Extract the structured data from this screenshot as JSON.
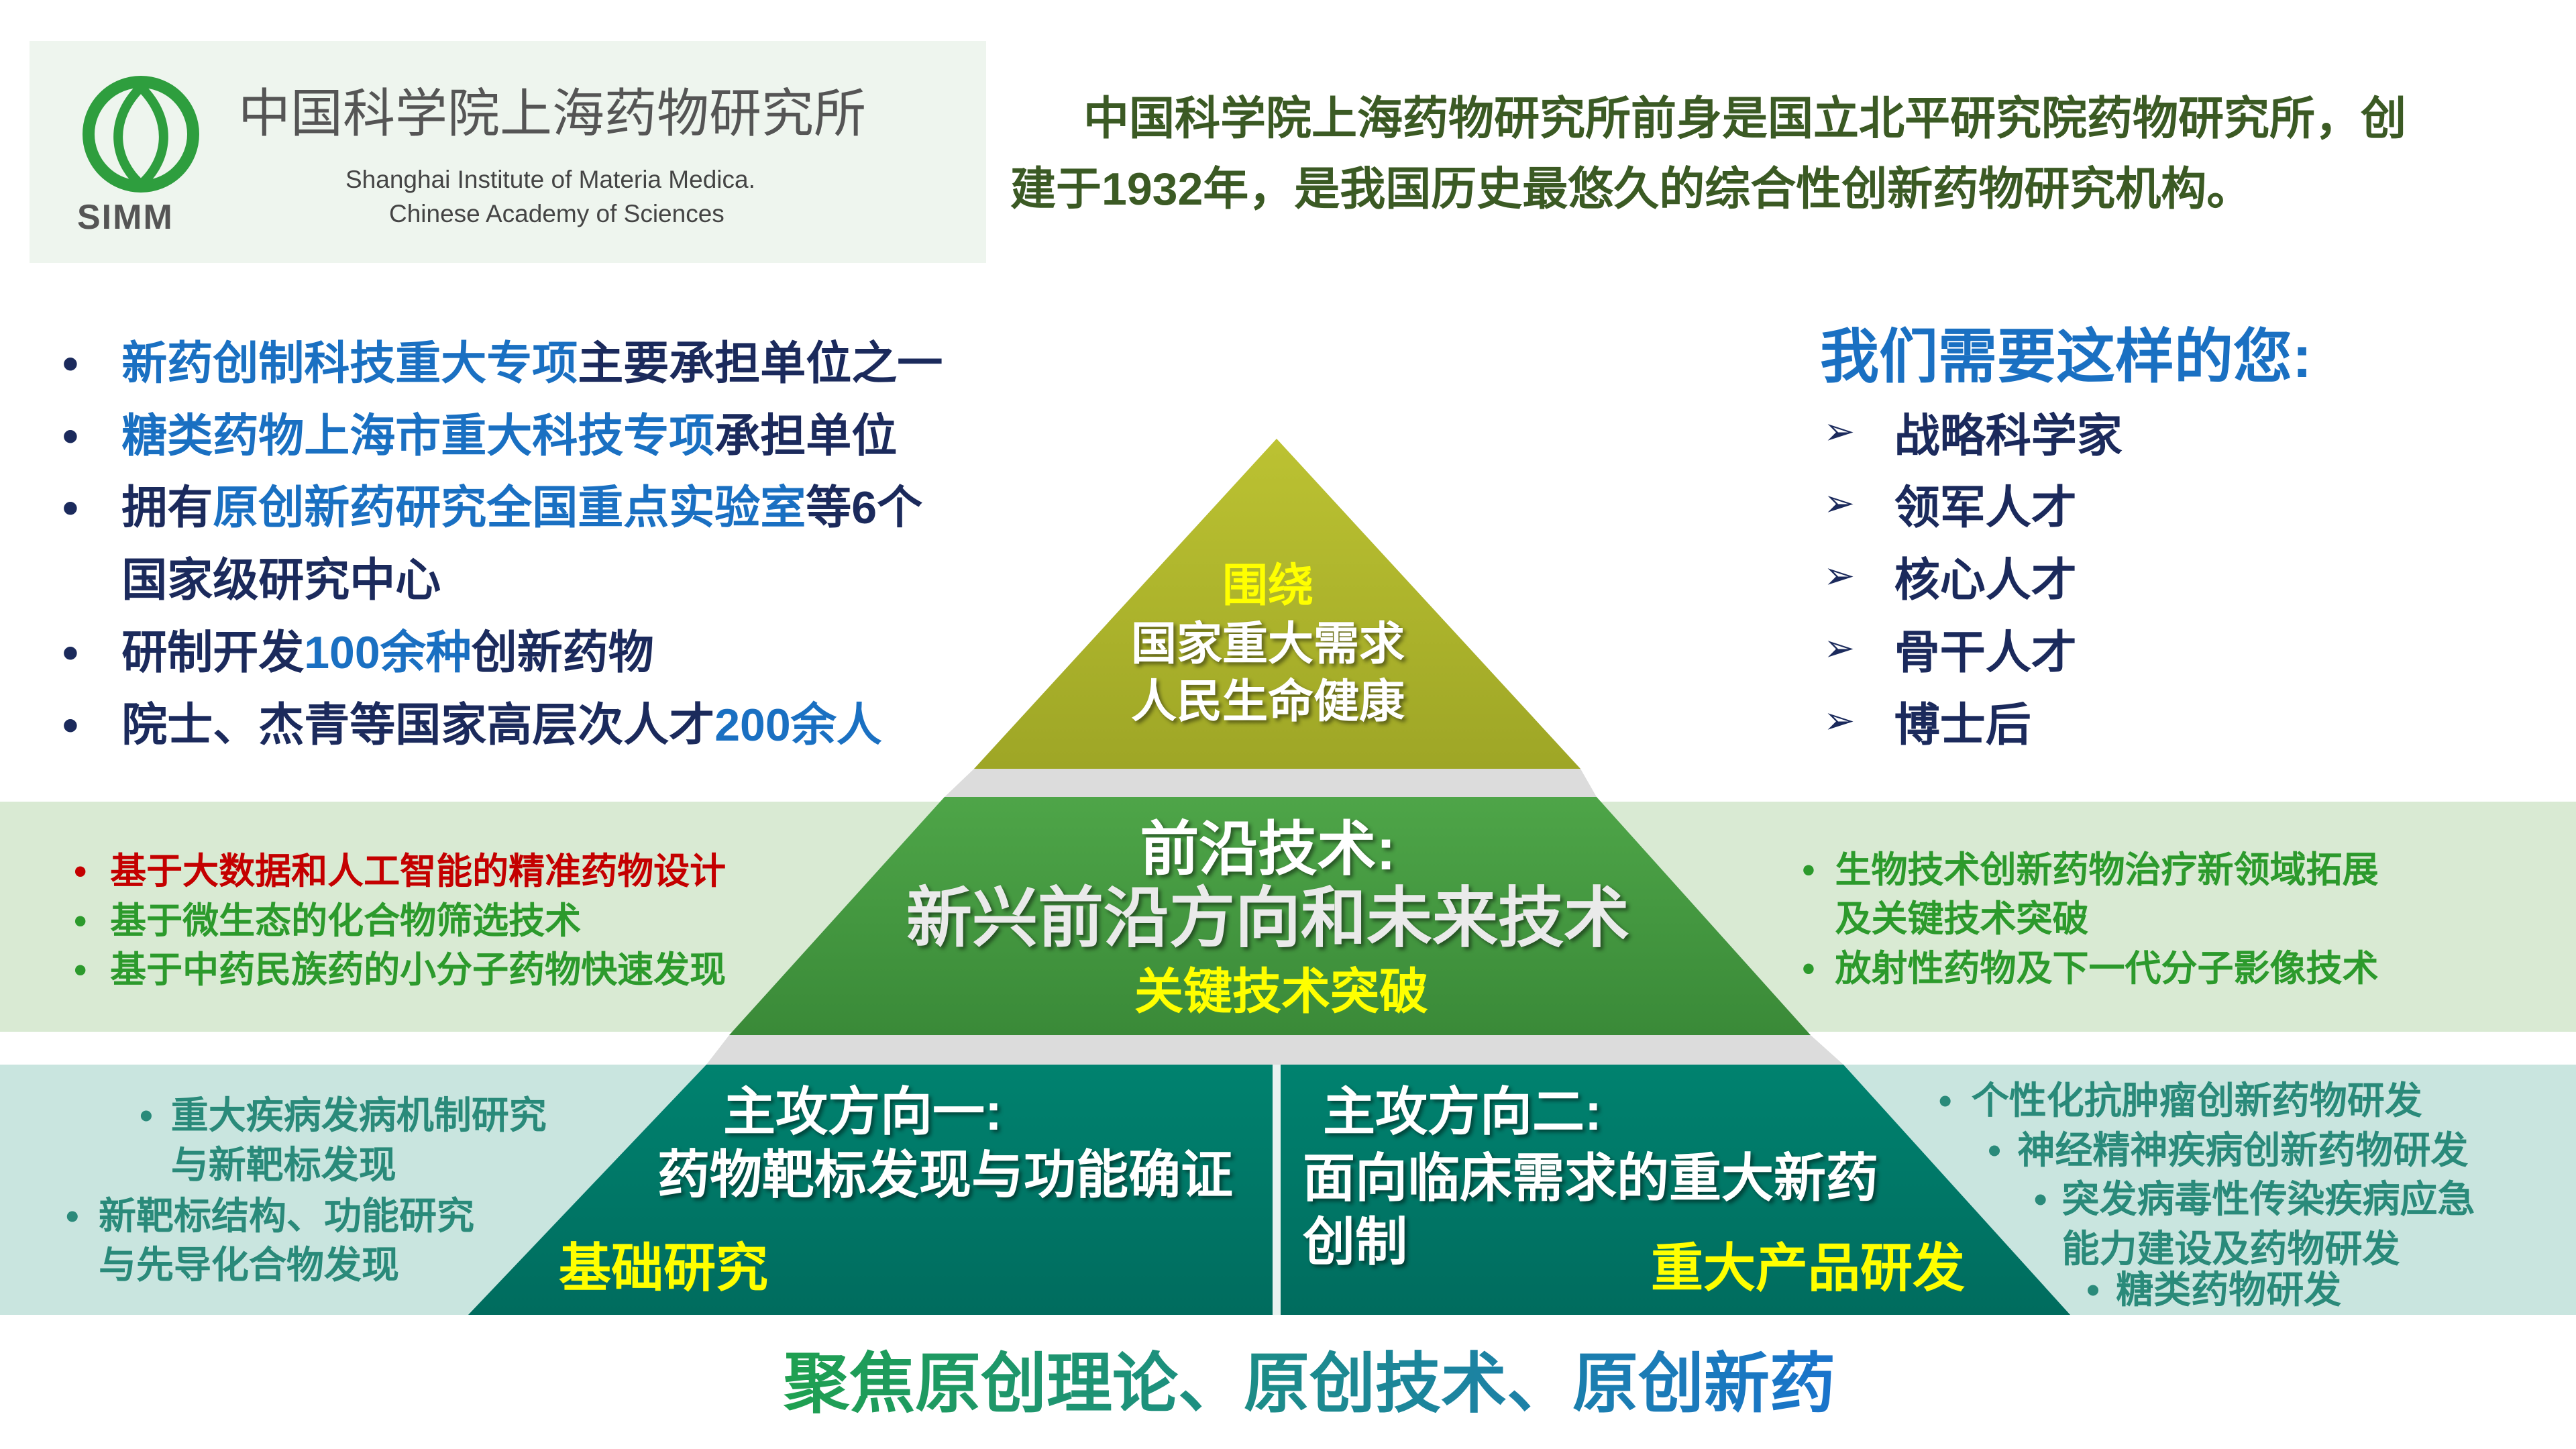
{
  "colors": {
    "olive": "#afb72c",
    "green": "#47993f",
    "teal": "#00796a",
    "yellow": "#ffff00",
    "blue": "#1a70c2",
    "navy": "#1b2a5c"
  },
  "header": {
    "logo_abbr": "SIMM",
    "institute_cn": "中国科学院上海药物研究所",
    "institute_en_1": "Shanghai Institute of Materia Medica.",
    "institute_en_2": "Chinese Academy of Sciences",
    "intro_line_1": "中国科学院上海药物研究所前身是国立北平研究院药物研究所，创",
    "intro_line_2": "建于1932年，是我国历史最悠久的综合性创新药物研究机构。"
  },
  "achievements": [
    {
      "parts": [
        {
          "t": "新药创制科技重大专项",
          "c": "blue"
        },
        {
          "t": "主要承担单位之一",
          "c": "navy"
        }
      ]
    },
    {
      "parts": [
        {
          "t": "糖类药物上海市重大科技专项",
          "c": "blue"
        },
        {
          "t": "承担单位",
          "c": "navy"
        }
      ]
    },
    {
      "parts": [
        {
          "t": "拥有",
          "c": "navy"
        },
        {
          "t": "原创新药研究全国重点实验室",
          "c": "blue"
        },
        {
          "t": "等6个",
          "c": "navy"
        }
      ]
    },
    {
      "parts": [
        {
          "t": "国家级研究中心",
          "c": "navy"
        }
      ],
      "continuation": true
    },
    {
      "parts": [
        {
          "t": "研制开发",
          "c": "navy"
        },
        {
          "t": "100余种",
          "c": "blue"
        },
        {
          "t": "创新药物",
          "c": "navy"
        }
      ]
    },
    {
      "parts": [
        {
          "t": "院士、杰青等国家高层次人才",
          "c": "navy"
        },
        {
          "t": "200余人",
          "c": "blue"
        }
      ]
    }
  ],
  "recruit": {
    "title": "我们需要这样的您:",
    "items": [
      "战略科学家",
      "领军人才",
      "核心人才",
      "骨干人才",
      "博士后"
    ]
  },
  "pyramid": {
    "top": {
      "line_1": "围绕",
      "line_2": "国家重大需求",
      "line_3": "人民生命健康"
    },
    "middle": {
      "title": "前沿技术:",
      "subtitle": "新兴前沿方向和未来技术",
      "tag": "关键技术突破",
      "left_items": [
        {
          "t": "基于大数据和人工智能的精准药物设计",
          "c": "red"
        },
        {
          "t": "基于微生态的化合物筛选技术",
          "c": "green"
        },
        {
          "t": "基于中药民族药的小分子药物快速发现",
          "c": "green"
        }
      ],
      "right_items": [
        "生物技术创新药物治疗新领域拓展",
        "及关键技术突破",
        "放射性药物及下一代分子影像技术"
      ]
    },
    "bottom": {
      "dir1_title": "主攻方向一:",
      "dir1_subtitle": "药物靶标发现与功能确证",
      "dir1_tag": "基础研究",
      "dir2_title": "主攻方向二:",
      "dir2_subtitle_1": "面向临床需求的重大新药",
      "dir2_subtitle_2": "创制",
      "dir2_tag": "重大产品研发",
      "left_items": [
        "重大疾病发病机制研究",
        "与新靶标发现",
        "新靶标结构、功能研究",
        "与先导化合物发现"
      ],
      "right_items": [
        "个性化抗肿瘤创新药物研发",
        "神经精神疾病创新药物研发",
        "突发病毒性传染疾病应急",
        "能力建设及药物研发",
        "糖类药物研发"
      ]
    }
  },
  "footer": {
    "slogan": "聚焦原创理论、原创技术、原创新药"
  }
}
